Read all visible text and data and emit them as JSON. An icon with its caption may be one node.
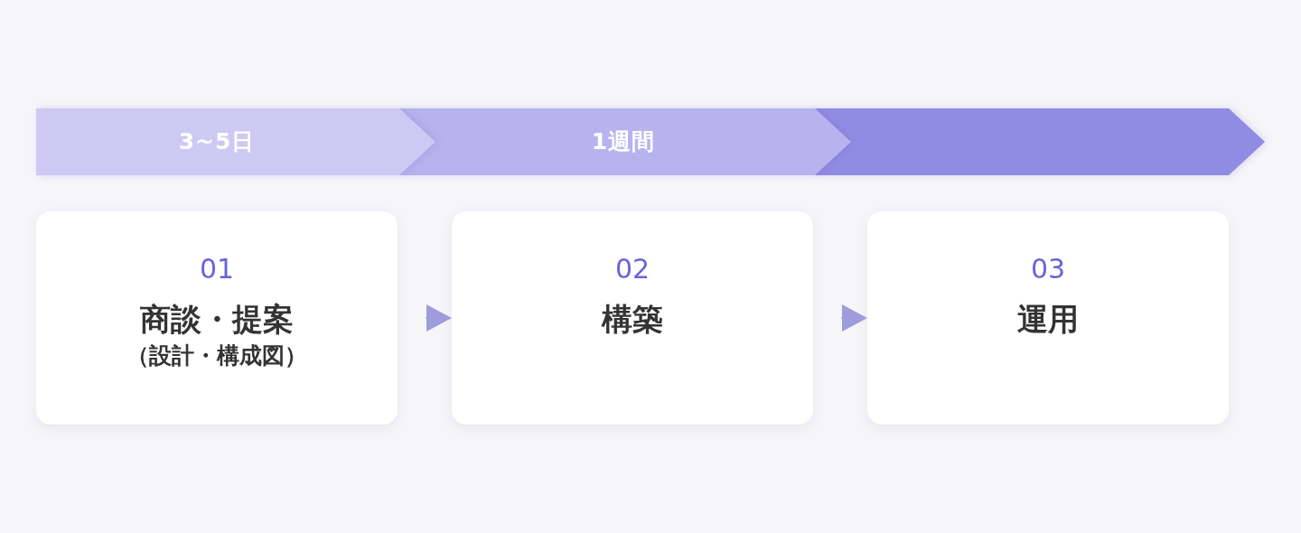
{
  "diagram": {
    "nodes": [
      {
        "text": [
          "3~5日"
        ]
      },
      {
        "text": [
          "1週間"
        ]
      },
      {
        "text": [],
        "shape": "bar"
      },
      {
        "text": [
          "01",
          "商談・提案",
          "（設計・構成図）"
        ]
      },
      {
        "text": [
          "02",
          "構築"
        ]
      },
      {
        "text": [
          "03",
          "運用"
        ]
      }
    ],
    "edges": [
      {
        "from": 3,
        "to": 4,
        "arrow": "to"
      },
      {
        "from": 4,
        "to": 5,
        "arrow": "to"
      }
    ]
  }
}
